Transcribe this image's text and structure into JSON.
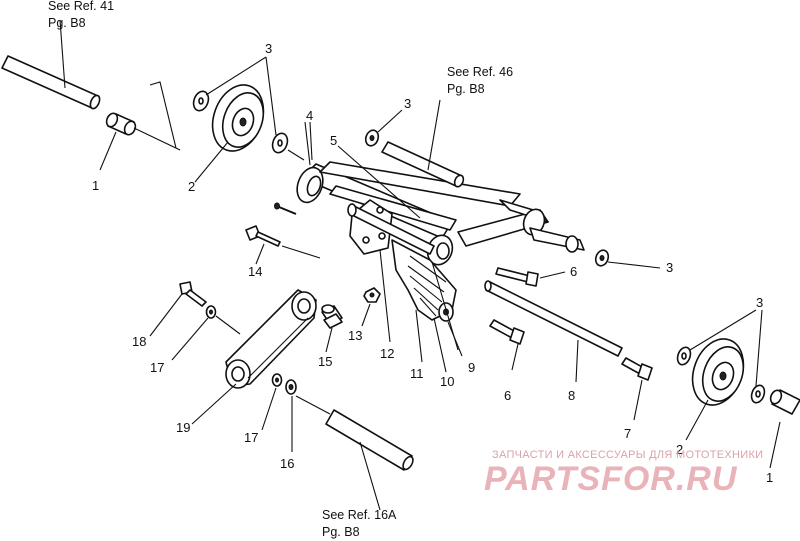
{
  "references": [
    {
      "id": "ref41",
      "line1": "See Ref. 41",
      "line2": "Pg. B8"
    },
    {
      "id": "ref46",
      "line1": "See Ref. 46",
      "line2": "Pg. B8"
    },
    {
      "id": "ref16a",
      "line1": "See Ref. 16A",
      "line2": "Pg. B8"
    }
  ],
  "callouts": {
    "c1a": "1",
    "c1b": "1",
    "c2a": "2",
    "c2b": "2",
    "c3a": "3",
    "c3b": "3",
    "c3c": "3",
    "c3d": "3",
    "c4": "4",
    "c5": "5",
    "c6a": "6",
    "c6b": "6",
    "c7": "7",
    "c8": "8",
    "c9": "9",
    "c10": "10",
    "c11": "11",
    "c12": "12",
    "c13": "13",
    "c14": "14",
    "c15": "15",
    "c16": "16",
    "c17a": "17",
    "c17b": "17",
    "c18": "18",
    "c19": "19"
  },
  "watermark": {
    "tagline": "ЗАПЧАСТИ И АКСЕССУАРЫ ДЛЯ МОТОТЕХНИКИ",
    "brand": "PARTSFOR.RU"
  }
}
